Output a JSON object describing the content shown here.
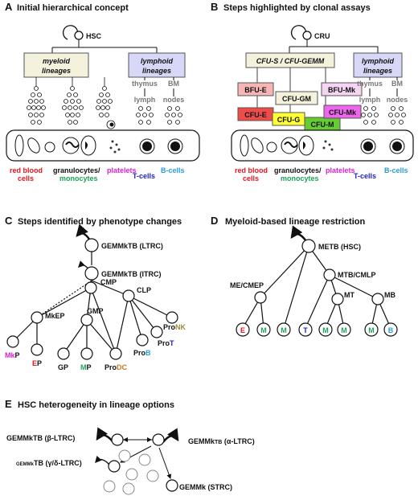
{
  "panelA": {
    "letter": "A",
    "title": "Initial hierarchical concept",
    "hsc": "HSC",
    "myeloid": [
      "myeloid",
      "lineages"
    ],
    "lymphoid": [
      "lymphoid",
      "lineages"
    ],
    "thymus": "thymus",
    "bm": "BM",
    "lymph": "lymph",
    "nodes": "nodes",
    "rbc": [
      "red blood",
      "cells"
    ],
    "gran": "granulocytes/",
    "mono": "monocytes",
    "platelets": "platelets",
    "tcells": "T-cells",
    "bcells": "B-cells"
  },
  "panelB": {
    "letter": "B",
    "title": "Steps highlighted by clonal assays",
    "cru": "CRU",
    "cfus": "CFU-S / CFU-GEMM",
    "lymphoid": [
      "lymphoid",
      "lineages"
    ],
    "bfue": "BFU-E",
    "cfue": "CFU-E",
    "cfugm": "CFU-GM",
    "cfug": "CFU-G",
    "cfum": "CFU-M",
    "bfumk": "BFU-Mk",
    "cfumk": "CFU-Mk",
    "thymus": "thymus",
    "bm": "BM",
    "lymph": "lymph",
    "nodes": "nodes",
    "rbc": [
      "red blood",
      "cells"
    ],
    "gran": "granulocytes/",
    "mono": "monocytes",
    "platelets": "platelets",
    "tcells": "T-cells",
    "bcells": "B-cells"
  },
  "panelC": {
    "letter": "C",
    "title": "Steps identified by phenotype changes",
    "ltrc": "GEMMkTB (LTRC)",
    "itrc": "GEMMkTB (ITRC)",
    "cmp": "CMP",
    "clp": "CLP",
    "mkep": "MkEP",
    "gmp": "GMP",
    "pronk_a": "Pro",
    "pronk_b": "NK",
    "mkp_a": "Mk",
    "mkp_b": "P",
    "ep_a": "E",
    "ep_b": "P",
    "gp": "GP",
    "mp_a": "M",
    "mp_b": "P",
    "prodc_a": "Pro",
    "prodc_b": "DC",
    "prob_a": "Pro",
    "prob_b": "B",
    "prot_a": "Pro",
    "prot_b": "T"
  },
  "panelD": {
    "letter": "D",
    "title": "Myeloid-based lineage restriction",
    "metb": "METB (HSC)",
    "mecmep": "ME/CMEP",
    "mtbcmlp": "MTB/CMLP",
    "mt": "MT",
    "mb": "MB",
    "leaves": [
      "E",
      "M",
      "M",
      "T",
      "M",
      "M",
      "M",
      "B"
    ]
  },
  "panelE": {
    "letter": "E",
    "title": "HSC heterogeneity in lineage options",
    "beta": "GEMMkTB (β-LTRC)",
    "alpha_a": "GEMMk",
    "alpha_b": "TB",
    "alpha_c": " (α-LTRC)",
    "gamma_a": "GEMMk",
    "gamma_b": "TB",
    "gamma_c": " (γ/δ-LTRC)",
    "strc": "GEMMk (STRC)"
  },
  "colors": {
    "myeloid_box": "#f4f1dc",
    "lymphoid_box": "#d7d7f7",
    "bfue": "#f7b5b5",
    "cfue": "#ee4b4b",
    "cfug": "#ffff33",
    "cfum": "#66cc33",
    "bfumk": "#f6d4f4",
    "cfumk": "#ee66ee",
    "red": "#e8141e",
    "green": "#20a25a",
    "magenta": "#e020d8",
    "blue": "#1f1fc8",
    "cyan": "#2a9ed8",
    "orange": "#c87a20"
  }
}
